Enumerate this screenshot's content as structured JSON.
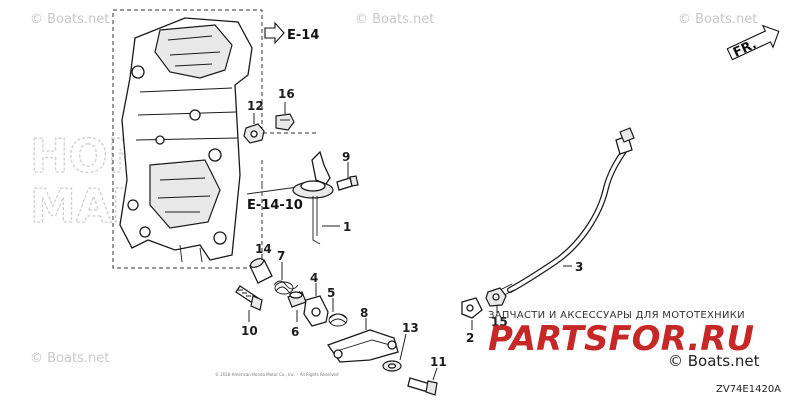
{
  "watermarks": [
    "© Boats.net",
    "© Boats.net",
    "© Boats.net",
    "© Boats.net"
  ],
  "background_logo": [
    "HONDA",
    "MARINE"
  ],
  "references": {
    "upper": "E-14",
    "middle": "E-14-10"
  },
  "direction": "FR.",
  "callouts": {
    "p1": "1",
    "p2": "2",
    "p3": "3",
    "p4": "4",
    "p5": "5",
    "p6": "6",
    "p7": "7",
    "p8": "8",
    "p9": "9",
    "p10": "10",
    "p11": "11",
    "p12": "12",
    "p13": "13",
    "p14": "14",
    "p15": "15",
    "p16": "16"
  },
  "promo_text": "ЗАПЧАСТИ И АКСЕССУАРЫ ДЛЯ МОТОТЕХНИКИ",
  "promo_logo": "PARTSFOR.RU",
  "brand": "© Boats.net",
  "diagram_code": "ZV74E1420A",
  "copyright": "© 2018 American Honda Motor Co., Inc. – All Rights Reserved"
}
